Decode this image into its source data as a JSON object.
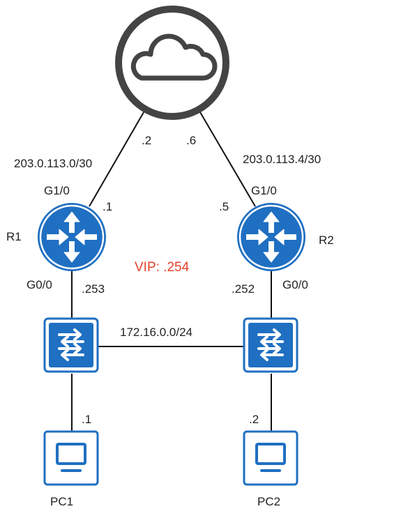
{
  "colors": {
    "device_blue": "#1f6fc2",
    "line": "#111111",
    "vip": "#e8402a",
    "cloud_ring": "#444444"
  },
  "cloud": {
    "icon": "cloud-icon",
    "r1_side_ip": ".2",
    "r2_side_ip": ".6"
  },
  "r1": {
    "name": "R1",
    "wan_subnet": "203.0.113.0/30",
    "wan_iface": "G1/0",
    "wan_ip": ".1",
    "lan_iface": "G0/0",
    "lan_ip": ".253"
  },
  "r2": {
    "name": "R2",
    "wan_subnet": "203.0.113.4/30",
    "wan_iface": "G1/0",
    "wan_ip": ".5",
    "lan_iface": "G0/0",
    "lan_ip": ".252"
  },
  "vip": "VIP: .254",
  "lan_subnet": "172.16.0.0/24",
  "pc1": {
    "name": "PC1",
    "ip": ".1"
  },
  "pc2": {
    "name": "PC2",
    "ip": ".2"
  }
}
